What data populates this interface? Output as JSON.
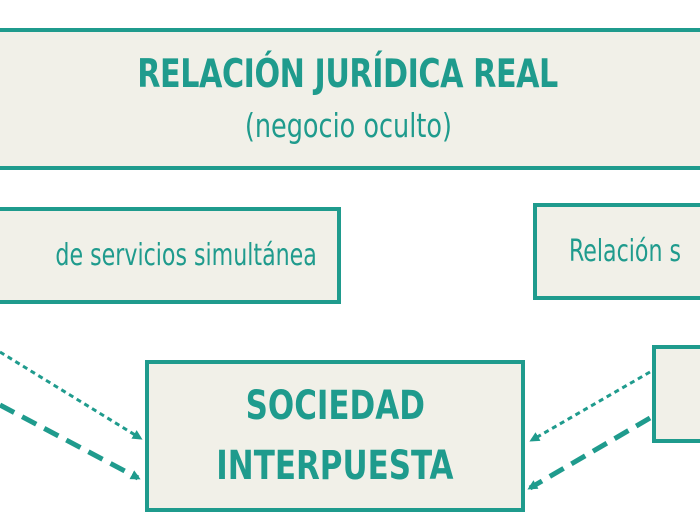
{
  "diagram": {
    "top": {
      "title": "RELACIÓN JURÍDICA REAL",
      "subtitle": "(negocio oculto)"
    },
    "left_box": {
      "label": "de servicios simultánea"
    },
    "right_box": {
      "label": "Relación s"
    },
    "center_box": {
      "line1": "SOCIEDAD",
      "line2": "INTERPUESTA"
    },
    "colors": {
      "accent": "#1f9b8d",
      "box_fill": "#f1f0e8",
      "background": "#ffffff"
    }
  }
}
